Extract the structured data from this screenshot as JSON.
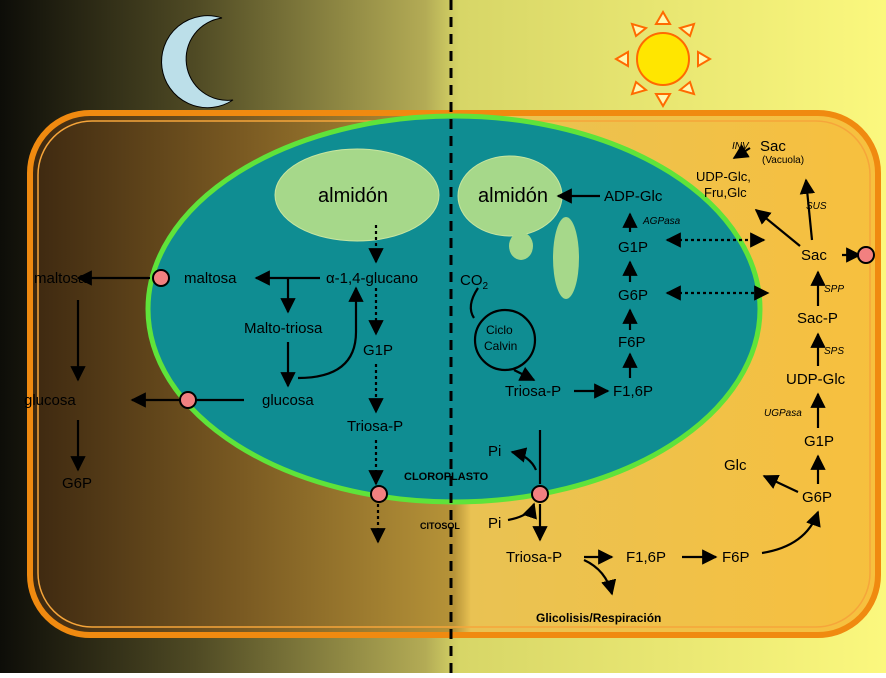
{
  "night": {
    "maltosa_out": "maltosa",
    "glucosa_out": "glucosa",
    "g6p_out": "G6P",
    "almidon": "almidón",
    "glucano": "α-1,4-glucano",
    "maltosa_in": "maltosa",
    "malto_triosa": "Malto-triosa",
    "glucosa_in": "glucosa",
    "g1p": "G1P",
    "triosa_p": "Triosa-P"
  },
  "day": {
    "almidon": "almidón",
    "adp_glc": "ADP-Glc",
    "agpasa": "AGPasa",
    "g1p": "G1P",
    "g6p": "G6P",
    "f6p": "F6P",
    "f16p": "F1,6P",
    "triosa_p": "Triosa-P",
    "co2": "CO",
    "co2_sub": "2",
    "ciclo_1": "Ciclo",
    "ciclo_2": "Calvin",
    "pi_top": "Pi",
    "pi_bottom": "Pi"
  },
  "cytosol": {
    "inv": "INV",
    "sac_vac": "Sac",
    "vacuola": "(Vacuola)",
    "udp_glc_fru_1": "UDP-Glc,",
    "udp_glc_fru_2": "Fru,Glc",
    "sus": "SUS",
    "sac": "Sac",
    "spp": "SPP",
    "sac_p": "Sac-P",
    "sps": "SPS",
    "udp_glc": "UDP-Glc",
    "ugpasa": "UGPasa",
    "g1p": "G1P",
    "glc": "Glc",
    "g6p": "G6P",
    "triosa_p": "Triosa-P",
    "f16p": "F1,6P",
    "f6p": "F6P",
    "glicolisis": "Glicolisis/Respiración"
  },
  "labels": {
    "cloroplasto": "CLOROPLASTO",
    "citosol": "CITOSOL"
  },
  "icons": [
    "moon-icon",
    "sun-icon"
  ],
  "colors": {
    "night_dark": "#14140c",
    "night_light": "#a9a04a",
    "day_yellow": "#f6f37a",
    "cell_fill": "#e8a83a",
    "cell_border": "#f08a10",
    "chloroplast_fill": "#0f8d92",
    "chloroplast_border": "#5fe33a",
    "starch_fill": "#a6d88a",
    "transporter": "#f28080"
  }
}
